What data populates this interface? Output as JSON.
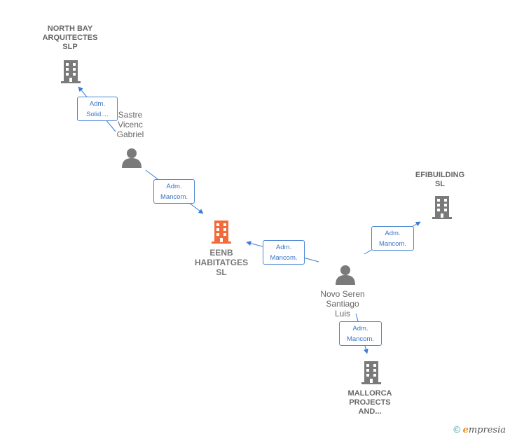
{
  "colors": {
    "company": "#7a7a7a",
    "focus_company": "#f26b3a",
    "person": "#7a7a7a",
    "edge": "#3a7bd5"
  },
  "nodes": {
    "north_bay": "NORTH BAY\nARQUITECTES\nSLP",
    "sastre": "Sastre\nVicenc\nGabriel",
    "efibuilding": "EFIBUILDING\nSL",
    "eenb": "EENB\nHABITATGES\nSL",
    "novo": "Novo Seren\nSantiago\nLuis",
    "mallorca": "MALLORCA\nPROJECTS\nAND..."
  },
  "edges": {
    "sastre_north_bay": "Adm.\nSolid....",
    "sastre_eenb": "Adm.\nMancom.",
    "novo_eenb": "Adm.\nMancom.",
    "novo_efibuilding": "Adm.\nMancom.",
    "novo_mallorca": "Adm.\nMancom."
  },
  "footer": {
    "copyright": "©",
    "brand_initial": "e",
    "brand_rest": "mpresia"
  }
}
